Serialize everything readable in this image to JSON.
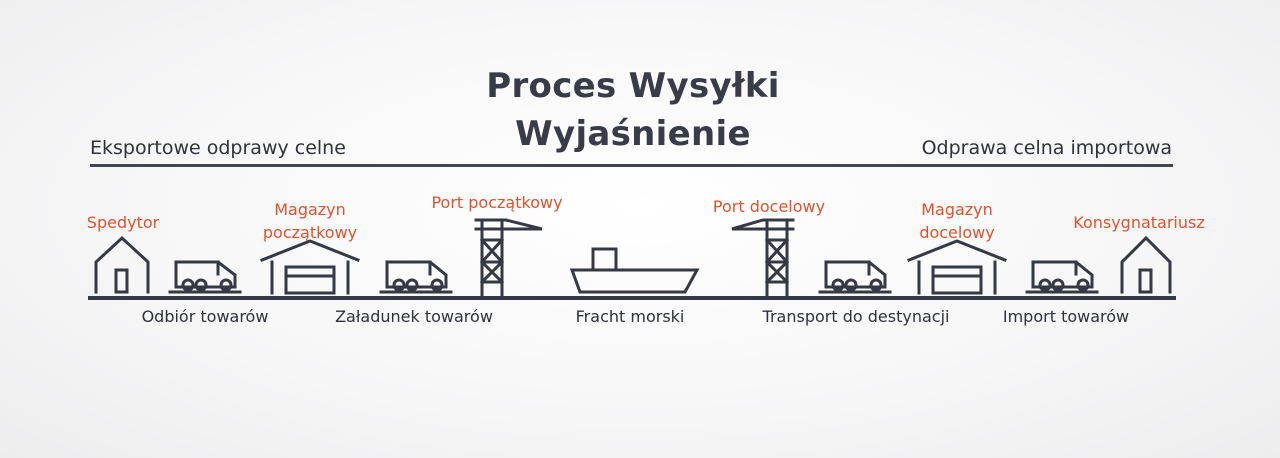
{
  "title": {
    "line1": "Proces Wysyłki",
    "line2": "Wyjaśnienie"
  },
  "sections": {
    "export": "Eksportowe odprawy celne",
    "import": "Odprawa celna importowa"
  },
  "stages": {
    "shipper": "Spedytor",
    "origin_warehouse_1": "Magazyn",
    "origin_warehouse_2": "początkowy",
    "origin_port": "Port początkowy",
    "destination_port": "Port docelowy",
    "destination_warehouse_1": "Magazyn",
    "destination_warehouse_2": "docelowy",
    "consignee": "Konsygnatariusz"
  },
  "steps": {
    "pickup": "Odbiór towarów",
    "loading": "Załadunek towarów",
    "freight": "Fracht morski",
    "transport": "Transport do destynacji",
    "import": "Import towarów"
  },
  "colors": {
    "accent": "#e3522c",
    "ink": "#353845",
    "line": "#43464f"
  }
}
